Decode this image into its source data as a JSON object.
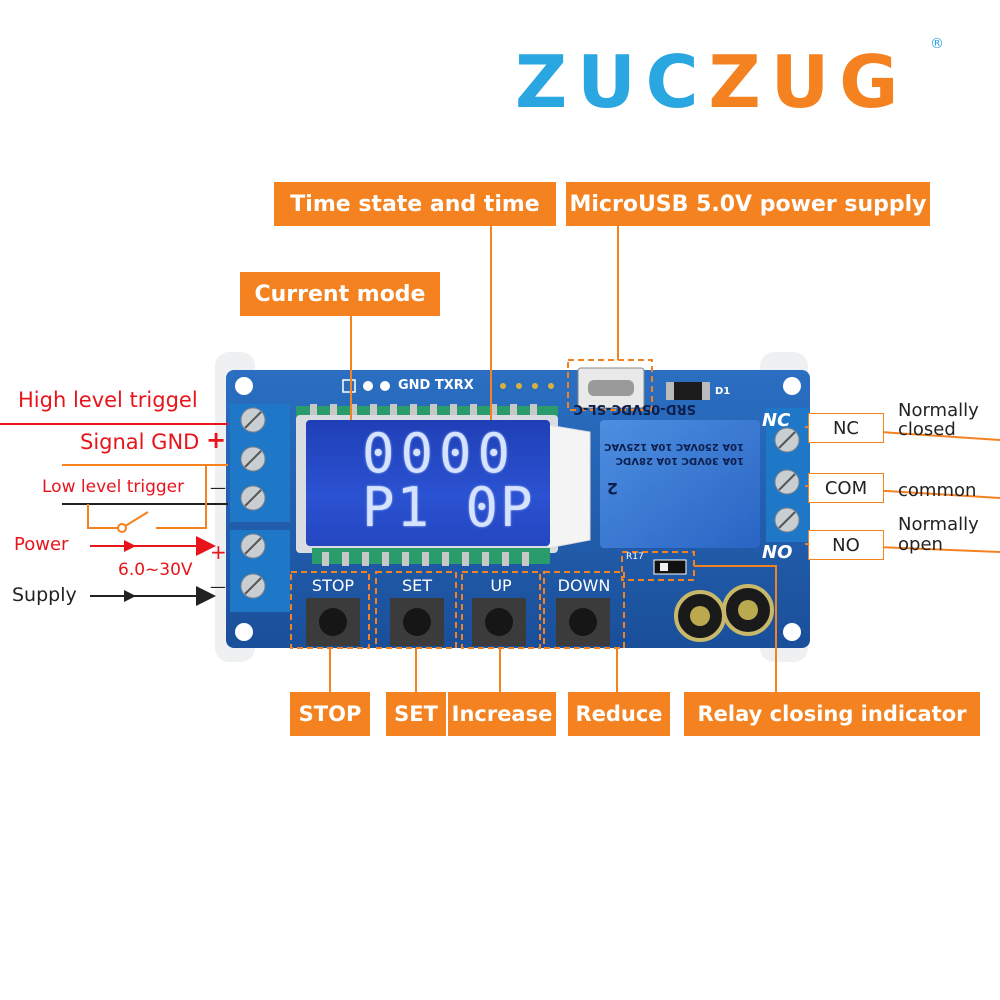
{
  "brand": {
    "name_part1": "ZUC",
    "name_part2": "ZUG",
    "registered": "®"
  },
  "callouts": {
    "time_state": "Time state and time",
    "microusb": "MicroUSB 5.0V power supply",
    "current_mode": "Current mode",
    "stop": "STOP",
    "set": "SET",
    "increase": "Increase",
    "reduce": "Reduce",
    "relay_indicator": "Relay closing indicator"
  },
  "left_labels": {
    "high_level": "High level triggel",
    "signal_gnd": "Signal GND",
    "plus": "+",
    "low_level": "Low level trigger",
    "minus": "—",
    "power": "Power",
    "voltage": "6.0~30V",
    "supply": "Supply",
    "power_plus": "+",
    "power_minus": "—"
  },
  "right_labels": {
    "nc_box": "NC",
    "nc_desc_1": "Normally",
    "nc_desc_2": "closed",
    "com_box": "COM",
    "com_desc": "common",
    "no_box": "NO",
    "no_desc_1": "Normally",
    "no_desc_2": "open"
  },
  "pcb": {
    "gnd_txrx": "GND TXRX",
    "d1": "D1",
    "nc_mark": "NC",
    "no_mark": "NO",
    "r17": "R17",
    "relay_model": "SRD-05VDC-SL-C",
    "relay_spec_1": "10A 250VAC  10A 125VAC",
    "relay_spec_2": "10A 30VDC  10A 28VDC",
    "relay_num": "2",
    "lcd_top": "0000",
    "lcd_bottom": "P1 0P",
    "btn_stop": "STOP",
    "btn_set": "SET",
    "btn_up": "UP",
    "btn_down": "DOWN"
  },
  "colors": {
    "orange": "#f58220",
    "blue_brand": "#2aa7e0",
    "pcb_blue": "#1f5fb0",
    "red": "#e8141b"
  }
}
